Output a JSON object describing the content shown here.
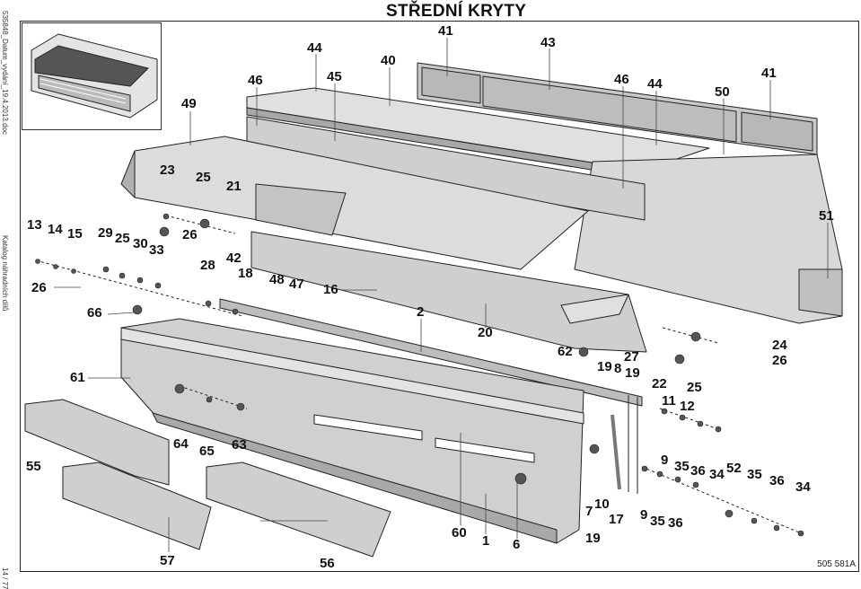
{
  "title": "STŘEDNÍ KRYTY",
  "side_text_top": "535848_Datum_vydání_19.4.2013.doc",
  "side_text_mid": "Katalog náhradních dílů",
  "page_number": "14 / 77",
  "drawing_code": "505 581A",
  "colors": {
    "panel_fill": "#d4d4d4",
    "panel_dark": "#9e9e9e",
    "outline": "#222222"
  },
  "callouts": [
    {
      "id": "c41a",
      "text": "41"
    },
    {
      "id": "c43",
      "text": "43"
    },
    {
      "id": "c44a",
      "text": "44"
    },
    {
      "id": "c40",
      "text": "40"
    },
    {
      "id": "c45",
      "text": "45"
    },
    {
      "id": "c46a",
      "text": "46"
    },
    {
      "id": "c46b",
      "text": "46"
    },
    {
      "id": "c44b",
      "text": "44"
    },
    {
      "id": "c50",
      "text": "50"
    },
    {
      "id": "c41b",
      "text": "41"
    },
    {
      "id": "c49",
      "text": "49"
    },
    {
      "id": "c23",
      "text": "23"
    },
    {
      "id": "c25a",
      "text": "25"
    },
    {
      "id": "c21",
      "text": "21"
    },
    {
      "id": "c51",
      "text": "51"
    },
    {
      "id": "c13",
      "text": "13"
    },
    {
      "id": "c14",
      "text": "14"
    },
    {
      "id": "c15",
      "text": "15"
    },
    {
      "id": "c29",
      "text": "29"
    },
    {
      "id": "c25b",
      "text": "25"
    },
    {
      "id": "c30",
      "text": "30"
    },
    {
      "id": "c33",
      "text": "33"
    },
    {
      "id": "c26a",
      "text": "26"
    },
    {
      "id": "c28",
      "text": "28"
    },
    {
      "id": "c42",
      "text": "42"
    },
    {
      "id": "c18",
      "text": "18"
    },
    {
      "id": "c48",
      "text": "48"
    },
    {
      "id": "c47",
      "text": "47"
    },
    {
      "id": "c16",
      "text": "16"
    },
    {
      "id": "c26b",
      "text": "26"
    },
    {
      "id": "c66",
      "text": "66"
    },
    {
      "id": "c2",
      "text": "2"
    },
    {
      "id": "c20",
      "text": "20"
    },
    {
      "id": "c62",
      "text": "62"
    },
    {
      "id": "c24",
      "text": "24"
    },
    {
      "id": "c26c",
      "text": "26"
    },
    {
      "id": "c27",
      "text": "27"
    },
    {
      "id": "c19a",
      "text": "19"
    },
    {
      "id": "c8",
      "text": "8"
    },
    {
      "id": "c19b",
      "text": "19"
    },
    {
      "id": "c22",
      "text": "22"
    },
    {
      "id": "c25c",
      "text": "25"
    },
    {
      "id": "c11",
      "text": "11"
    },
    {
      "id": "c12",
      "text": "12"
    },
    {
      "id": "c61",
      "text": "61"
    },
    {
      "id": "c64",
      "text": "64"
    },
    {
      "id": "c65",
      "text": "65"
    },
    {
      "id": "c63",
      "text": "63"
    },
    {
      "id": "c55",
      "text": "55"
    },
    {
      "id": "c9a",
      "text": "9"
    },
    {
      "id": "c35a",
      "text": "35"
    },
    {
      "id": "c36a",
      "text": "36"
    },
    {
      "id": "c34a",
      "text": "34"
    },
    {
      "id": "c52",
      "text": "52"
    },
    {
      "id": "c35b",
      "text": "35"
    },
    {
      "id": "c36b",
      "text": "36"
    },
    {
      "id": "c34b",
      "text": "34"
    },
    {
      "id": "c10",
      "text": "10"
    },
    {
      "id": "c7",
      "text": "7"
    },
    {
      "id": "c17",
      "text": "17"
    },
    {
      "id": "c9b",
      "text": "9"
    },
    {
      "id": "c35c",
      "text": "35"
    },
    {
      "id": "c36c",
      "text": "36"
    },
    {
      "id": "c60",
      "text": "60"
    },
    {
      "id": "c1",
      "text": "1"
    },
    {
      "id": "c6",
      "text": "6"
    },
    {
      "id": "c19c",
      "text": "19"
    },
    {
      "id": "c57",
      "text": "57"
    },
    {
      "id": "c56",
      "text": "56"
    }
  ]
}
